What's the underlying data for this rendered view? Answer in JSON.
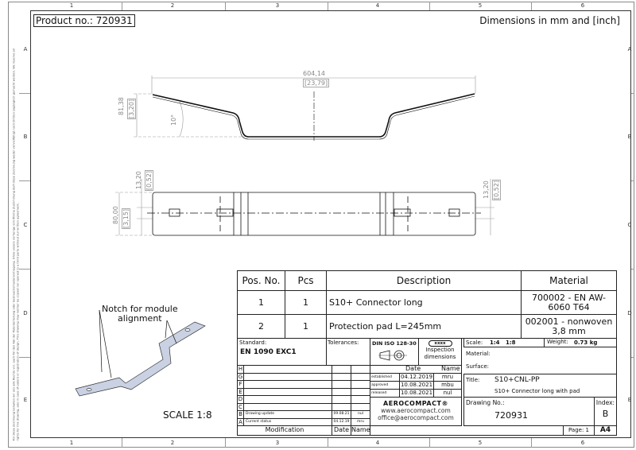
{
  "header": {
    "product_no": "Product no.: 720931",
    "units": "Dimensions in mm and [inch]"
  },
  "zones": {
    "cols": [
      "1",
      "2",
      "3",
      "4",
      "5",
      "6"
    ],
    "rows": [
      "A",
      "B",
      "C",
      "D",
      "E"
    ]
  },
  "side_note": "Für diese Zeichnung behalten wir uns alle Rechte vor, auch für den Fall der Patenterteilung oder Gebrauchsmustereintragung. Ohne unsere vorherige schriftliche Zustimmung darf diese Zeichnung weder vervielfältigt noch Dritten zugänglich gemacht werden. We reserve all rights for this drawing, also in case of patent or registration of design. This drawing may neither be copied nor opened to a third party without our written agreement.",
  "dimensions": {
    "width_mm": "604,14",
    "width_in": "[23,79]",
    "height_mm": "81,38",
    "height_in": "[3,20]",
    "angle": "10°",
    "edge_mm": "13,20",
    "edge_in": "[0,52]",
    "depth_mm": "80,00",
    "depth_in": "[3,15]",
    "edge2_mm": "13,20",
    "edge2_in": "[0,52]"
  },
  "iso": {
    "note": "Notch for module alignment",
    "note_l1": "Notch for module",
    "note_l2": "alignment",
    "scale": "SCALE 1:8"
  },
  "parts_table": {
    "headers": [
      "Pos. No.",
      "Pcs",
      "Description",
      "Material"
    ],
    "rows": [
      {
        "pos": "1",
        "pcs": "1",
        "desc": "S10+ Connector long",
        "mat": "700002 - EN AW-6060 T64"
      },
      {
        "pos": "2",
        "pcs": "1",
        "desc": "Protection pad L=245mm",
        "mat": "002001 - nonwoven 3,8 mm"
      }
    ]
  },
  "title_block": {
    "standard_label": "Standard:",
    "standard": "EN 1090 EXC1",
    "tolerances_label": "Tolerances:",
    "din": "DIN ISO 128-30",
    "inspection_badge": "xxxx",
    "inspection": "Inspection dimensions",
    "date_header": "Date",
    "name_header": "Name",
    "approvals": [
      {
        "label": "established",
        "date": "04.12.2019",
        "name": "mru"
      },
      {
        "label": "approved",
        "date": "10.08.2021",
        "name": "mbu"
      },
      {
        "label": "released",
        "date": "10.08.2021",
        "name": "nul"
      }
    ],
    "revisions": [
      {
        "idx": "H",
        "text": "",
        "date": "",
        "name": ""
      },
      {
        "idx": "G",
        "text": "",
        "date": "",
        "name": ""
      },
      {
        "idx": "F",
        "text": "",
        "date": "",
        "name": ""
      },
      {
        "idx": "E",
        "text": "",
        "date": "",
        "name": ""
      },
      {
        "idx": "D",
        "text": "",
        "date": "",
        "name": ""
      },
      {
        "idx": "C",
        "text": "",
        "date": "",
        "name": ""
      },
      {
        "idx": "B",
        "text": "Drawing update",
        "date": "09.08.21",
        "name": "nul"
      },
      {
        "idx": "A",
        "text": "Current status",
        "date": "04.12.19",
        "name": "mru"
      }
    ],
    "modification": "Modification",
    "mod_date": "Date",
    "mod_name": "Name",
    "company": "AEROCOMPACT®",
    "web": "www.aerocompact.com",
    "email": "office@aerocompact.com",
    "scale_label": "Scale:",
    "scale1": "1:4",
    "scale2": "1:8",
    "weight_label": "Weight:",
    "weight": "0.73 kg",
    "material_label": "Material:",
    "surface_label": "Surface:",
    "title_label": "Title:",
    "title": "S10+CNL-PP",
    "subtitle": "S10+ Connector long with pad",
    "drawing_no_label": "Drawing No.:",
    "drawing_no": "720931",
    "index_label": "Index:",
    "index": "B",
    "page": "Page: 1",
    "format": "A4"
  }
}
